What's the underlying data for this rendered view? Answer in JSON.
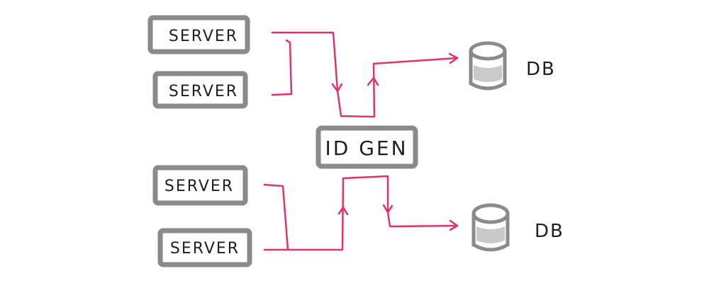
{
  "servers": [
    {
      "label": "SERVER"
    },
    {
      "label": "SERVER"
    },
    {
      "label": "SERVER"
    },
    {
      "label": "SERVER"
    }
  ],
  "id_gen": {
    "label": "ID GEN"
  },
  "databases": [
    {
      "label": "DB"
    },
    {
      "label": "DB"
    }
  ],
  "colors": {
    "arrow": "#e0336c",
    "box_border": "#8a8a8a",
    "db_shade": "#c9c9c9"
  }
}
